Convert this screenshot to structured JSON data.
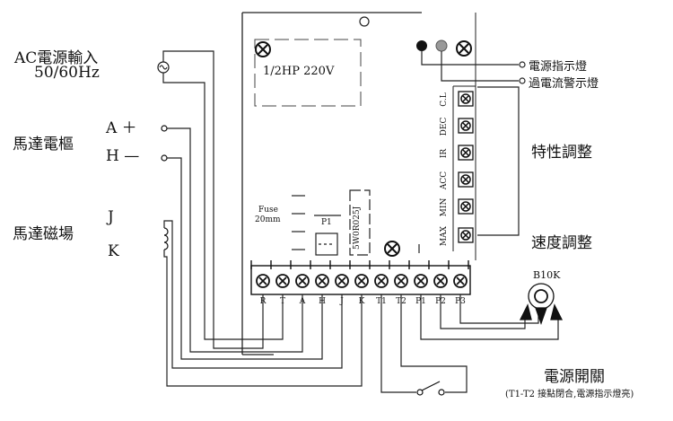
{
  "labels": {
    "ac_input": "AC電源輸入",
    "ac_freq": "50/60Hz",
    "motor_armature": "馬達電樞",
    "a_plus": "A ＋",
    "h_minus": "H —",
    "motor_field": "馬達磁場",
    "j": "J",
    "k": "K",
    "power_lamp": "電源指示燈",
    "overcurrent_lamp": "過電流警示燈",
    "characteristic_adjust": "特性調整",
    "speed_adjust": "速度調整",
    "power_switch": "電源開關",
    "switch_note": "(T1-T2 接點閉合,電源指示燈亮)",
    "rating": "1/2HP 220V",
    "fuse": "Fuse",
    "fuse_rating": "20mm",
    "p1": "P1",
    "resistor": "5W0R025J",
    "pot": "B10K"
  },
  "trimpots": [
    "C.L",
    "DEC",
    "IR",
    "ACC",
    "MIN",
    "MAX"
  ],
  "terminals": [
    "R",
    "T",
    "A",
    "H",
    "J",
    "K",
    "T1",
    "T2",
    "P1",
    "P2",
    "P3"
  ]
}
